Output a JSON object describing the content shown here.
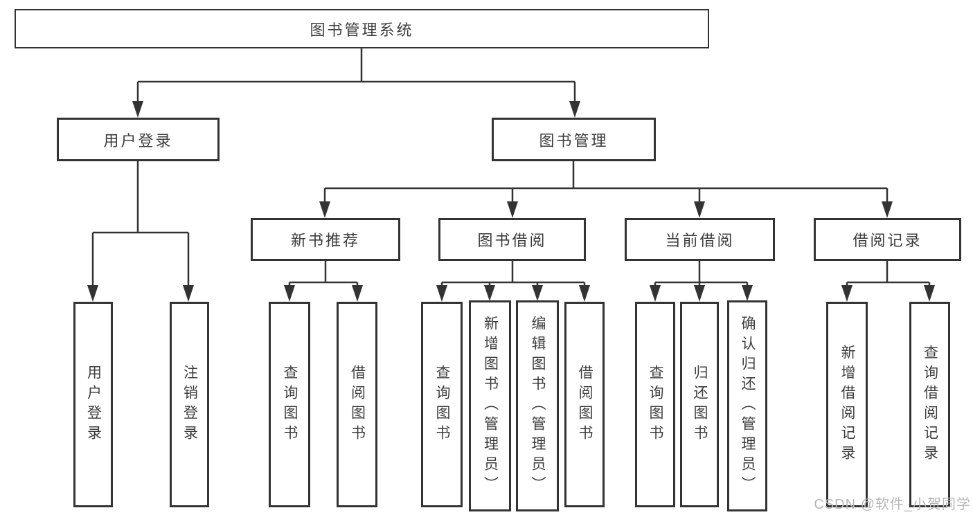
{
  "colors": {
    "line": "#333333",
    "box_border": "#333333",
    "box_fill": "#ffffff",
    "text": "#3d3d3d",
    "watermark_text_color": "#b7b7b7",
    "background": "#ffffff"
  },
  "tree": {
    "root": {
      "label": "图书管理系统",
      "children": [
        {
          "label": "用户登录",
          "children": [
            {
              "label": "用户登录"
            },
            {
              "label": "注销登录"
            }
          ]
        },
        {
          "label": "图书管理",
          "children": [
            {
              "label": "新书推荐",
              "children": [
                {
                  "label": "查询图书"
                },
                {
                  "label": "借阅图书"
                }
              ]
            },
            {
              "label": "图书借阅",
              "children": [
                {
                  "label": "查询图书"
                },
                {
                  "label": "新增图书（管理员）"
                },
                {
                  "label": "编辑图书（管理员）"
                },
                {
                  "label": "借阅图书"
                }
              ]
            },
            {
              "label": "当前借阅",
              "children": [
                {
                  "label": "查询图书"
                },
                {
                  "label": "归还图书"
                },
                {
                  "label": "确认归还（管理员）"
                }
              ]
            },
            {
              "label": "借阅记录",
              "children": [
                {
                  "label": "新增借阅记录"
                },
                {
                  "label": "查询借阅记录"
                }
              ]
            }
          ]
        }
      ]
    }
  },
  "watermark": {
    "text": "CSDN @软件_小贺同学"
  }
}
